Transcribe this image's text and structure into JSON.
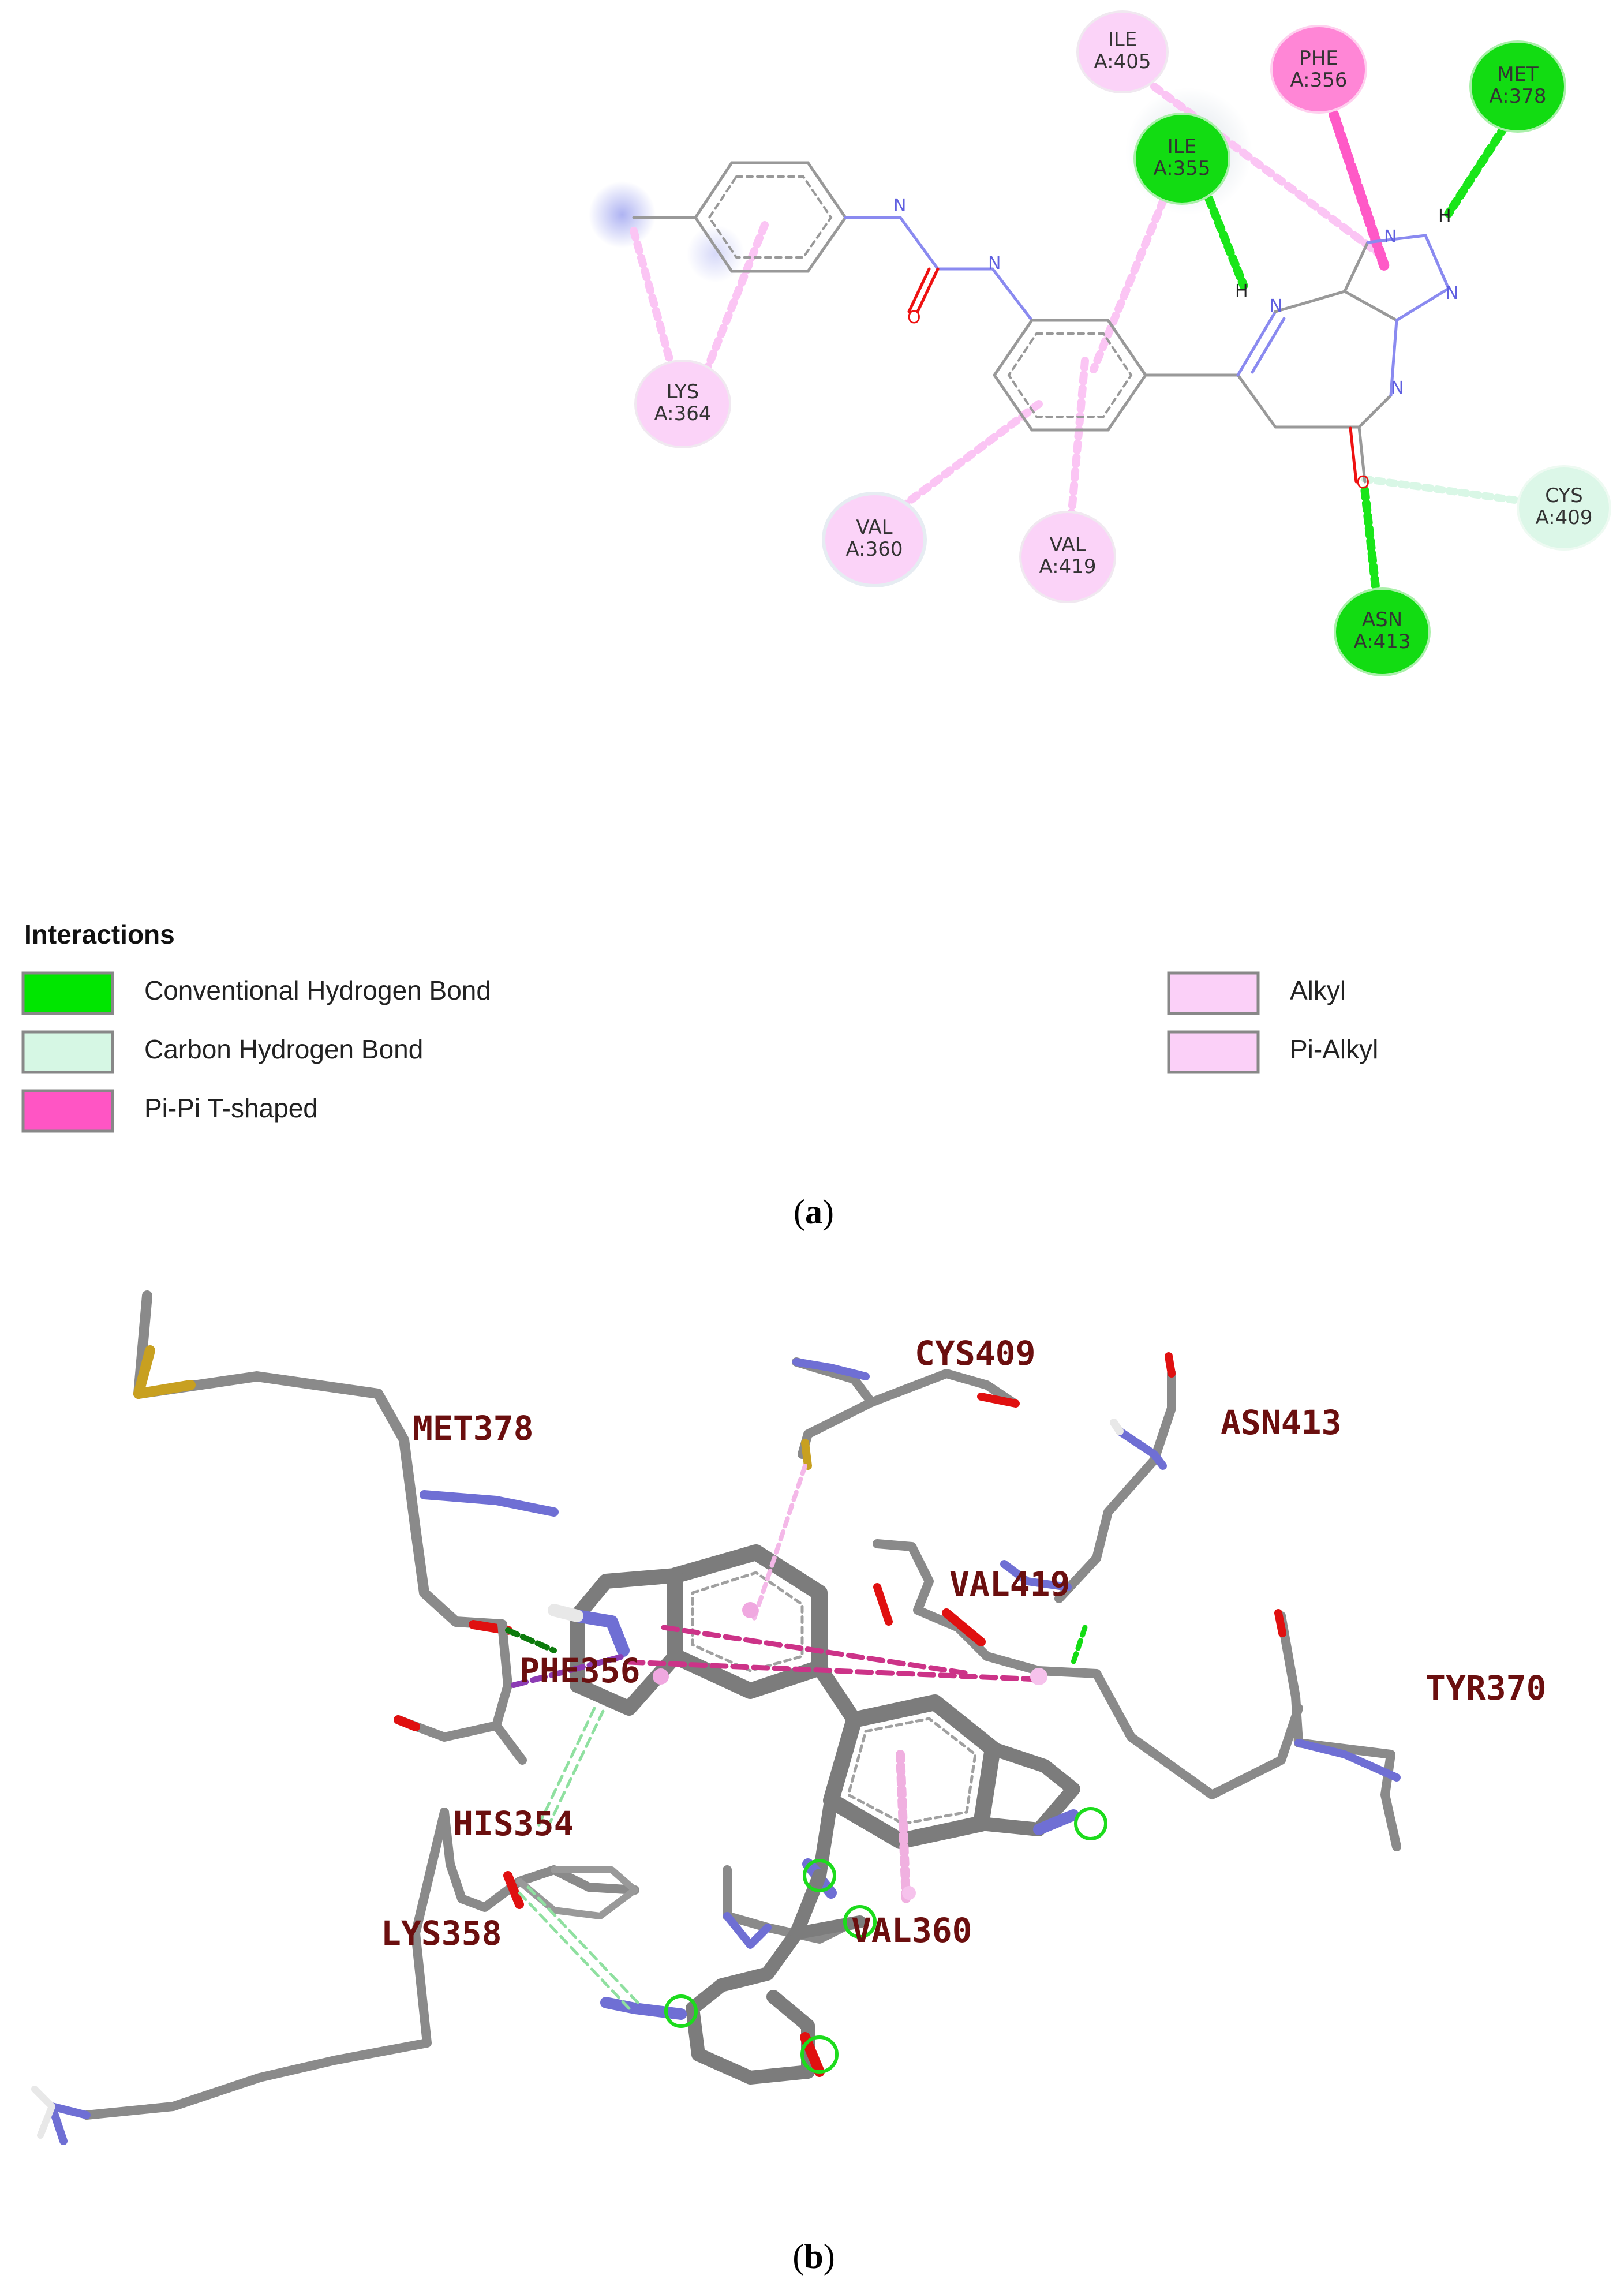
{
  "panel_a": {
    "label": {
      "open": "(",
      "letter": "a",
      "close": ")"
    },
    "residues": [
      {
        "name": "ILE",
        "pos": "A:405",
        "kind": "alkyl"
      },
      {
        "name": "PHE",
        "pos": "A:356",
        "kind": "pipi"
      },
      {
        "name": "MET",
        "pos": "A:378",
        "kind": "hbond"
      },
      {
        "name": "ILE",
        "pos": "A:355",
        "kind": "hbond"
      },
      {
        "name": "LYS",
        "pos": "A:364",
        "kind": "alkyl"
      },
      {
        "name": "CYS",
        "pos": "A:409",
        "kind": "chbond"
      },
      {
        "name": "VAL",
        "pos": "A:360",
        "kind": "alkyl"
      },
      {
        "name": "VAL",
        "pos": "A:419",
        "kind": "alkyl"
      },
      {
        "name": "ASN",
        "pos": "A:413",
        "kind": "hbond"
      }
    ],
    "legend": {
      "title": "Interactions",
      "items": [
        {
          "label": "Conventional Hydrogen Bond",
          "color": "#00e600"
        },
        {
          "label": "Carbon Hydrogen Bond",
          "color": "#d6f7e4"
        },
        {
          "label": "Pi-Pi T-shaped",
          "color": "#ff55c4"
        },
        {
          "label": "Alkyl",
          "color": "#fbd0f8"
        },
        {
          "label": "Pi-Alkyl",
          "color": "#fbd0f8"
        }
      ]
    },
    "colors": {
      "hbond": "#19e619",
      "chbond": "#d9f7e6",
      "pipi": "#ff59c7",
      "alkyl": "#fbd3f8",
      "nitrogen": "#5a5ae6",
      "oxygen": "#ee1111"
    }
  },
  "panel_b": {
    "label": {
      "open": "(",
      "letter": "b",
      "close": ")"
    },
    "residue_labels": [
      "CYS409",
      "MET378",
      "ASN413",
      "VAL419",
      "PHE356",
      "TYR370",
      "HIS354",
      "LYS358",
      "VAL360"
    ],
    "colors": {
      "carbon": "#8a8a8a",
      "nitrogen": "#6f6fd4",
      "oxygen": "#e01010",
      "sulfur": "#c8a020",
      "hydrogen": "#e8e8e8",
      "label": "#6b0f0f"
    }
  }
}
